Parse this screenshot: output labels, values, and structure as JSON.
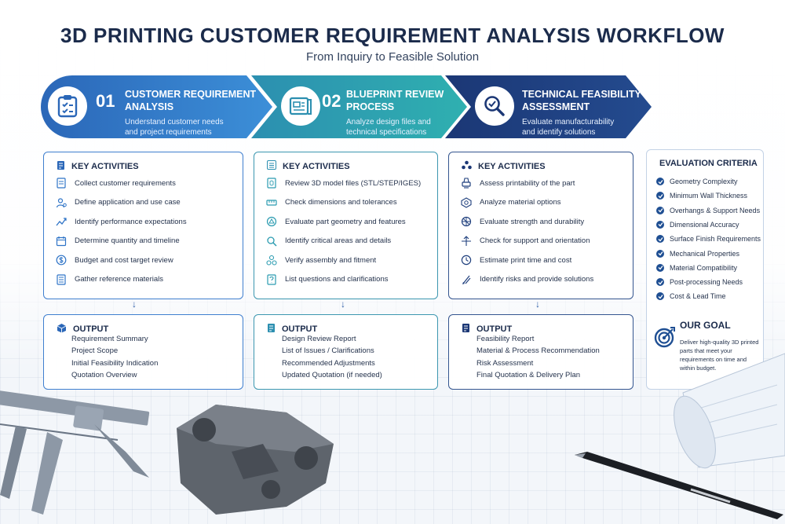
{
  "header": {
    "title": "3D PRINTING CUSTOMER REQUIREMENT ANALYSIS WORKFLOW",
    "subtitle": "From Inquiry to Feasible Solution"
  },
  "colors": {
    "step1": "#2f74c7",
    "step2": "#2a9bb0",
    "step3": "#1f3f7d",
    "accent": "#1f4f93"
  },
  "steps": [
    {
      "number": "01",
      "title": "CUSTOMER REQUIREMENT\nANALYSIS",
      "description": "Understand customer needs\nand project requirements",
      "icon": "clipboard-icon",
      "activities_heading": "KEY ACTIVITIES",
      "activities": [
        {
          "icon": "document-icon",
          "label": "Collect customer requirements"
        },
        {
          "icon": "user-cog-icon",
          "label": "Define application and use case"
        },
        {
          "icon": "trend-icon",
          "label": "Identify performance expectations"
        },
        {
          "icon": "calendar-icon",
          "label": "Determine quantity and timeline"
        },
        {
          "icon": "dollar-icon",
          "label": "Budget and cost target review"
        },
        {
          "icon": "list-icon",
          "label": "Gather reference materials"
        }
      ],
      "output_heading": "OUTPUT",
      "outputs": [
        "Requirement Summary",
        "Project Scope",
        "Initial Feasibility Indication",
        "Quotation Overview"
      ]
    },
    {
      "number": "02",
      "title": "BLUEPRINT REVIEW\nPROCESS",
      "description": "Analyze design files and\ntechnical specifications",
      "icon": "blueprint-icon",
      "activities_heading": "KEY ACTIVITIES",
      "activities": [
        {
          "icon": "file-3d-icon",
          "label": "Review 3D model files (STL/STEP/IGES)"
        },
        {
          "icon": "ruler-icon",
          "label": "Check dimensions and tolerances"
        },
        {
          "icon": "geometry-icon",
          "label": "Evaluate part geometry and features"
        },
        {
          "icon": "search-icon",
          "label": "Identify critical areas and details"
        },
        {
          "icon": "assembly-icon",
          "label": "Verify assembly and fitment"
        },
        {
          "icon": "question-doc-icon",
          "label": "List questions and clarifications"
        }
      ],
      "output_heading": "OUTPUT",
      "outputs": [
        "Design Review Report",
        "List of Issues / Clarifications",
        "Recommended Adjustments",
        "Updated Quotation (if needed)"
      ]
    },
    {
      "number": "",
      "title": "TECHNICAL FEASIBILITY\nASSESSMENT",
      "description": "Evaluate manufacturability\nand identify solutions",
      "icon": "magnifier-check-icon",
      "activities_heading": "KEY ACTIVITIES",
      "activities": [
        {
          "icon": "printer-icon",
          "label": "Assess printability of the part"
        },
        {
          "icon": "material-icon",
          "label": "Analyze material options"
        },
        {
          "icon": "strength-icon",
          "label": "Evaluate strength and durability"
        },
        {
          "icon": "support-icon",
          "label": "Check for support and orientation"
        },
        {
          "icon": "clock-icon",
          "label": "Estimate print time and cost"
        },
        {
          "icon": "shield-icon",
          "label": "Identify risks and provide solutions"
        }
      ],
      "output_heading": "OUTPUT",
      "outputs": [
        "Feasibility Report",
        "Material & Process Recommendation",
        "Risk Assessment",
        "Final Quotation & Delivery Plan"
      ]
    }
  ],
  "criteria": {
    "title": "EVALUATION CRITERIA",
    "items": [
      "Geometry Complexity",
      "Minimum Wall Thickness",
      "Overhangs & Support Needs",
      "Dimensional Accuracy",
      "Surface Finish Requirements",
      "Mechanical Properties",
      "Material Compatibility",
      "Post-processing Needs",
      "Cost & Lead Time"
    ]
  },
  "goal": {
    "title": "OUR GOAL",
    "text": "Deliver high-quality 3D printed parts that meet your requirements on time and within budget."
  }
}
